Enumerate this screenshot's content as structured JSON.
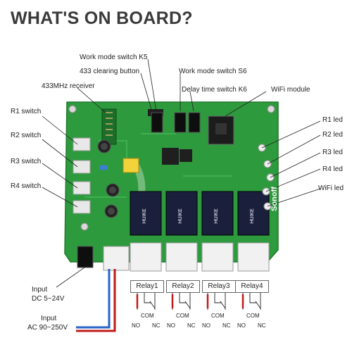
{
  "title": "WHAT'S ON BOARD?",
  "left_labels": {
    "k5": "Work mode switch K5",
    "clear433": "433 clearing button",
    "k6_s6": "Work mode switch S6",
    "receiver": "433MHz receiver",
    "k6": "Delay time switch K6",
    "wifi_module": "WiFi module",
    "r1": "R1 switch",
    "r2": "R2 switch",
    "r3": "R3 switch",
    "r4": "R4 switch"
  },
  "right_labels": {
    "r1led": "R1 led",
    "r2led": "R2 led",
    "r3led": "R3 led",
    "r4led": "R4 led",
    "wifiled": "WiFi led"
  },
  "inputs": {
    "dc_line1": "Input",
    "dc_line2": "DC 5~24V",
    "ac_line1": "Input",
    "ac_line2": "AC 90~250V"
  },
  "relays": [
    {
      "label": "Relay1",
      "no": "NO",
      "com": "COM",
      "nc": "NC"
    },
    {
      "label": "Relay2",
      "no": "NO",
      "com": "COM",
      "nc": "NC"
    },
    {
      "label": "Relay3",
      "no": "NO",
      "com": "COM",
      "nc": "NC"
    },
    {
      "label": "Relay4",
      "no": "NO",
      "com": "COM",
      "nc": "NC"
    }
  ],
  "board": {
    "brand": "Sonoff",
    "relay_text": "HUIKE",
    "pcb_color": "#2e9a3e",
    "relay_color": "#1a1f3b"
  }
}
